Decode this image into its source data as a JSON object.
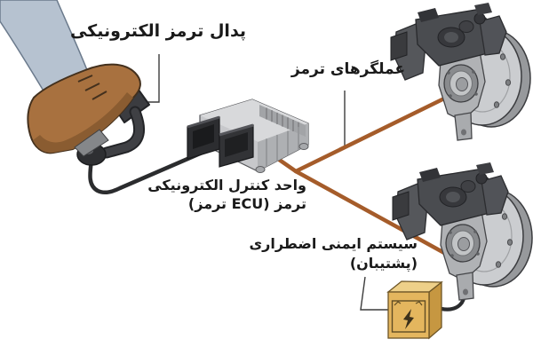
{
  "diagram": {
    "labels": {
      "pedal": {
        "text": "پدال ترمز الکترونیکی"
      },
      "actuators": {
        "text": "عملگرهای ترمز"
      },
      "ecu": {
        "line1": "واحد کنترل الکترونیکی",
        "line2": "ترمز (ECU ترمز)"
      },
      "backup": {
        "line1": "سیستم ایمنی اضطراری",
        "line2": "(پشتیبان)"
      }
    },
    "icons": {
      "backup_box_icon": "lightning-icon"
    },
    "colors": {
      "background": "#ffffff",
      "signal_wire": "#a55c2a",
      "cable": "#2b2c2e",
      "pointer_line": "#3c3c3c",
      "text": "#1a1a1a",
      "shoe": "#a8713f",
      "jeans": "#b6c2d0",
      "backup_box": "#e4b65e",
      "metal_light": "#cbcdd0",
      "metal_dark": "#4a4c50"
    }
  }
}
